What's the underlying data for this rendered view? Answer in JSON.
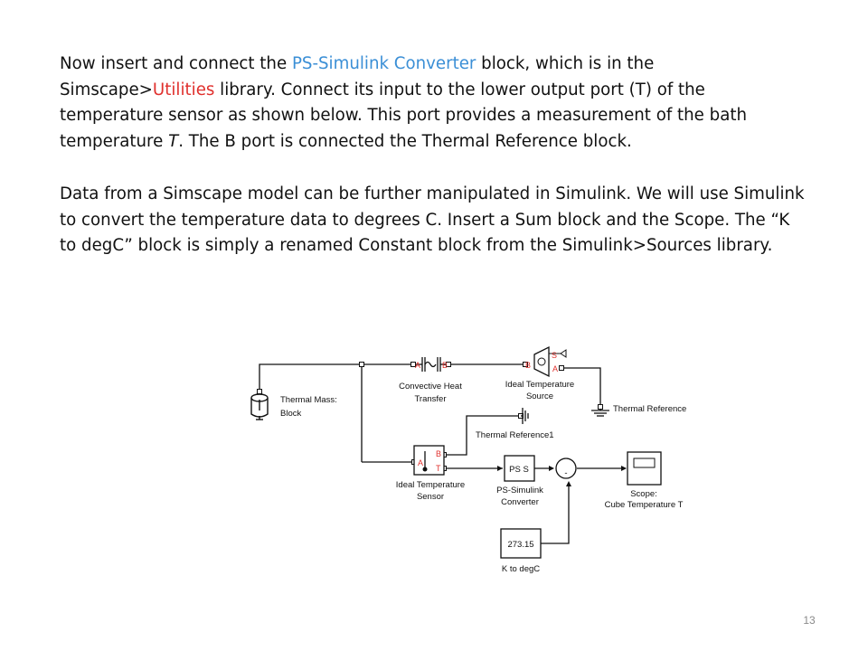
{
  "slide": {
    "paragraph1": {
      "t1": "Now insert and connect the ",
      "h1": "PS-Simulink Converter",
      "t2": " block, which is in the Simscape>",
      "h2": "Utilities",
      "t3": " library. Connect its input to  the lower output port (T) of the temperature sensor as shown below. This port provides a measurement of the bath temperature ",
      "t4": "T",
      "t5": ". The B port is connected the Thermal Reference block."
    },
    "paragraph2": "Data from a Simscape model can be further manipulated in Simulink.  We will use Simulink to convert the temperature data to degrees C. Insert a Sum block and the Scope. The “K to degC” block is simply a renamed Constant block from the Simulink>Sources library.",
    "page_number": "13"
  },
  "diagram": {
    "thermal_mass": [
      "Thermal Mass:",
      "Block"
    ],
    "convective": [
      "Convective Heat",
      "Transfer"
    ],
    "ideal_temp_source": [
      "Ideal Temperature",
      "Source"
    ],
    "thermal_reference": "Thermal Reference",
    "thermal_reference1": "Thermal Reference1",
    "ideal_temp_sensor": [
      "Ideal Temperature",
      "Sensor"
    ],
    "ps_simulink": [
      "PS-Simulink",
      "Converter"
    ],
    "ps_block_text": "PS  S",
    "scope": [
      "Scope:",
      "Cube Temperature T"
    ],
    "constant_value": "273.15",
    "constant_label": "K to degC",
    "port_labels": {
      "sensor_a": "A",
      "sensor_b": "B",
      "sensor_t": "T",
      "source_s": "S",
      "source_a": "A",
      "source_b": "B",
      "convective_a": "A",
      "convective_b": "B"
    },
    "sum_minus": "-"
  },
  "colors": {
    "text": "#111111",
    "highlight_blue": "#3b8fd6",
    "highlight_red": "#e0312e",
    "page_number": "#8a8a8a"
  }
}
